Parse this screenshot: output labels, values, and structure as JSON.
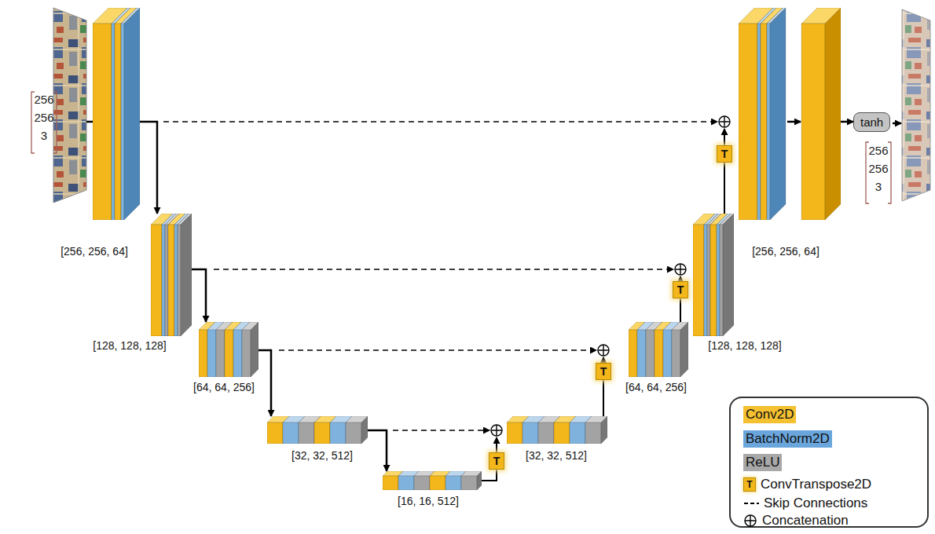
{
  "diagram": {
    "nodes": [
      {
        "text": [
          "[256, 256, 64]"
        ]
      },
      {
        "text": [
          "[128, 128, 128]"
        ]
      },
      {
        "text": [
          "[64, 64, 256]"
        ]
      },
      {
        "text": [
          "[32, 32, 512]"
        ]
      },
      {
        "text": [
          "[16, 16, 512]"
        ]
      },
      {
        "text": [
          "T"
        ]
      },
      {
        "text": [
          "[32, 32, 512]"
        ]
      },
      {
        "text": [
          "T"
        ]
      },
      {
        "text": [
          "[64, 64, 256]"
        ]
      },
      {
        "text": [
          "T"
        ]
      },
      {
        "text": [
          "[128, 128, 128]"
        ]
      },
      {
        "text": [
          "T"
        ]
      },
      {
        "text": [
          "[256, 256, 64]"
        ]
      },
      {
        "text": [
          "tanh"
        ]
      }
    ],
    "edges": [
      {
        "from": 0,
        "to": 1,
        "arrow": "to"
      },
      {
        "from": 1,
        "to": 2,
        "arrow": "to"
      },
      {
        "from": 2,
        "to": 3,
        "arrow": "to"
      },
      {
        "from": 3,
        "to": 4,
        "arrow": "to"
      },
      {
        "from": 4,
        "to": 5,
        "arrow": "none"
      },
      {
        "from": 6,
        "to": 7,
        "arrow": "none"
      },
      {
        "from": 8,
        "to": 9,
        "arrow": "none"
      },
      {
        "from": 10,
        "to": 11,
        "arrow": "none"
      },
      {
        "from": 12,
        "to": 13,
        "arrow": "to"
      }
    ],
    "labels": [
      "256",
      "256",
      "3",
      "256",
      "256",
      "3",
      "T"
    ],
    "legend": [
      {
        "text": "Conv2D",
        "color": "#f5c131"
      },
      {
        "text": "BatchNorm2D",
        "color": "#6aa6dc"
      },
      {
        "text": "ReLU",
        "color": "#a8a8a8"
      },
      {
        "text": "ConvTranspose2D"
      },
      {
        "text": "Skip Connections"
      },
      {
        "text": "Concatenation"
      }
    ]
  }
}
